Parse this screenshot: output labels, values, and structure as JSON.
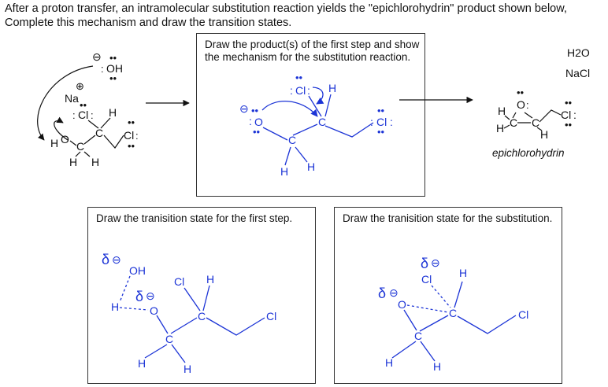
{
  "intro_text": "After a proton transfer, an intramolecular substitution reaction yields the \"epichlorohydrin\" product shown below, Complete this mechanism and draw the transition states.",
  "reagents": {
    "hydroxide": "OH",
    "sodium": "Na",
    "water": "H2O",
    "salt": "NaCl"
  },
  "atoms": {
    "O": "O",
    "C": "C",
    "H": "H",
    "Cl": "Cl"
  },
  "charges": {
    "minus": "⊖",
    "plus": "⊕",
    "delta": "δ"
  },
  "product_name": "epichlorohydrin",
  "boxes": {
    "first_step_prompt": "Draw the product(s) of the first step and show the mechanism for the substitution reaction.",
    "ts_first_prompt": "Draw the tranisition state for the first step.",
    "ts_substitution_prompt": "Draw the tranisition state for the substitution."
  },
  "colors": {
    "blue": "#1c34d6",
    "black": "#111111"
  }
}
